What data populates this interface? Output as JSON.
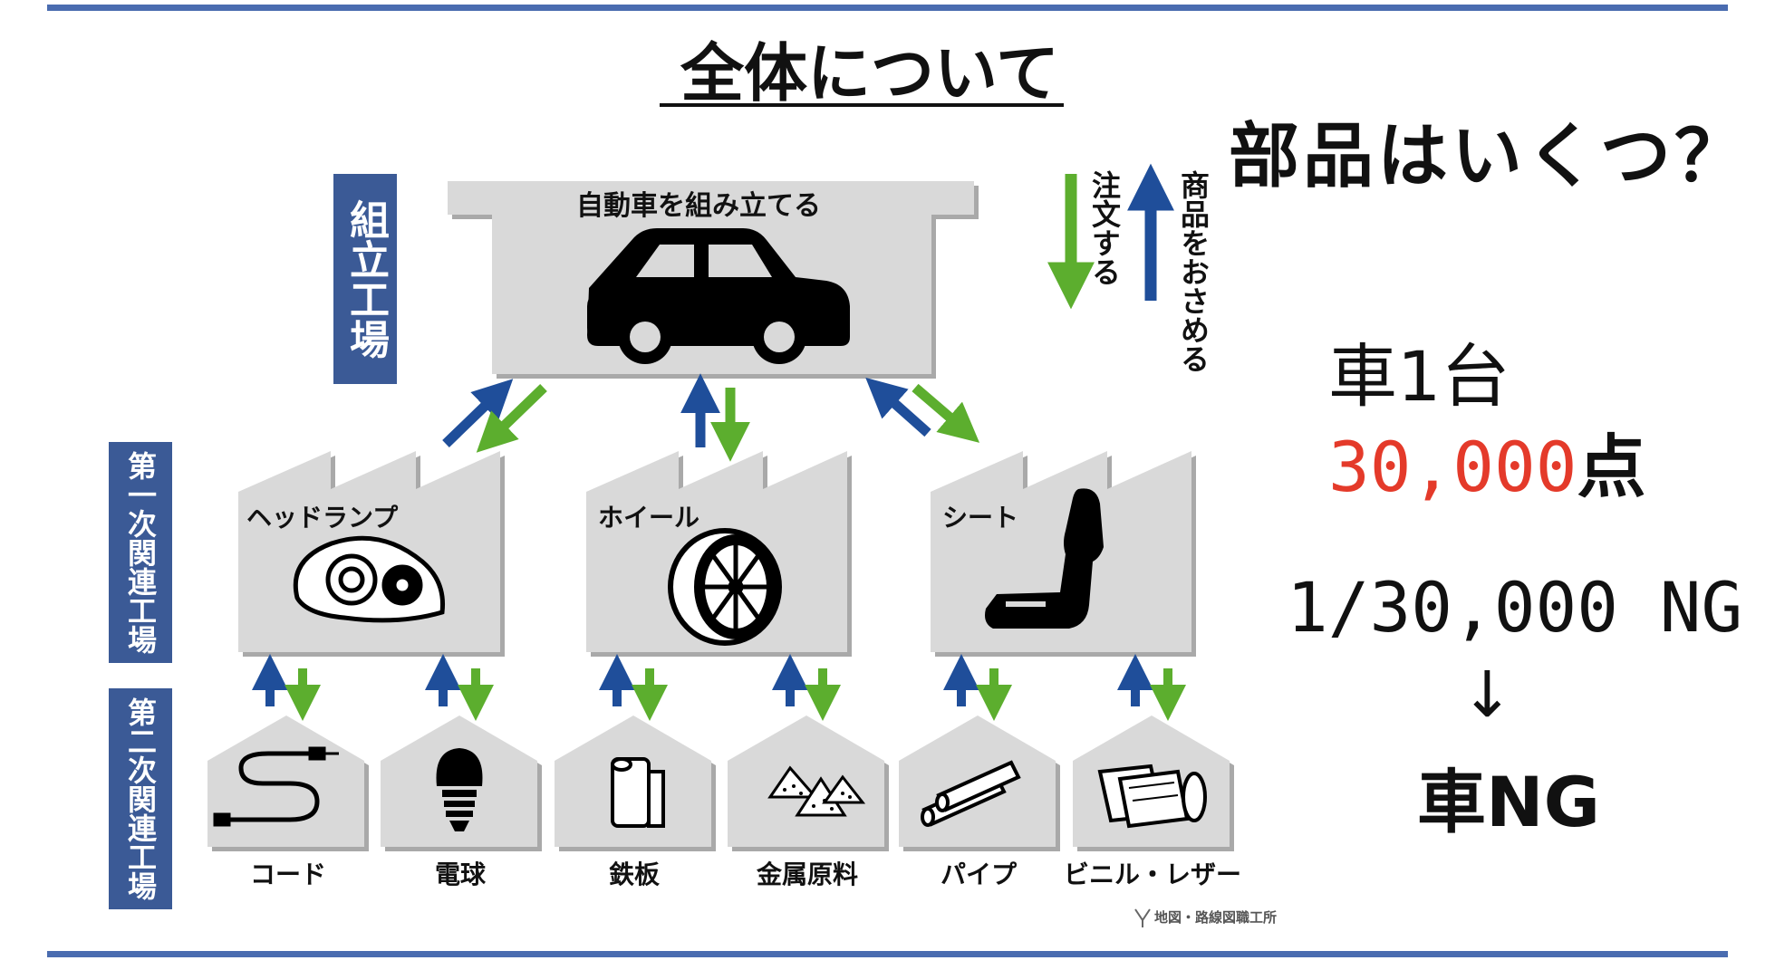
{
  "title": "全体について",
  "question": "部品はいくつ？",
  "assembly": {
    "side_label": "組立工場",
    "box_label": "自動車を組み立てる"
  },
  "flows": {
    "order": "注文する",
    "deliver": "商品をおさめる"
  },
  "tiers": {
    "tier1": "第一次関連工場",
    "tier2": "第二次関連工場"
  },
  "tier1_parts": [
    "ヘッドランプ",
    "ホイール",
    "シート"
  ],
  "tier2_parts": [
    "コード",
    "電球",
    "鉄板",
    "金属原料",
    "パイプ",
    "ビニル・レザー"
  ],
  "stats": {
    "car_one": "車1台",
    "parts_count": "30,000",
    "parts_unit": "点",
    "ratio": "1/30,000 NG",
    "arrow": "↓",
    "result": "車NG"
  },
  "credit": "地図・路線図職工所",
  "colors": {
    "accent_blue": "#3b5a96",
    "arrow_blue": "#1f4e9a",
    "arrow_green": "#5cae2e",
    "highlight_red": "#e43a2a",
    "factory_gray": "#d9d9d9",
    "factory_shadow": "#b8b8b8"
  }
}
